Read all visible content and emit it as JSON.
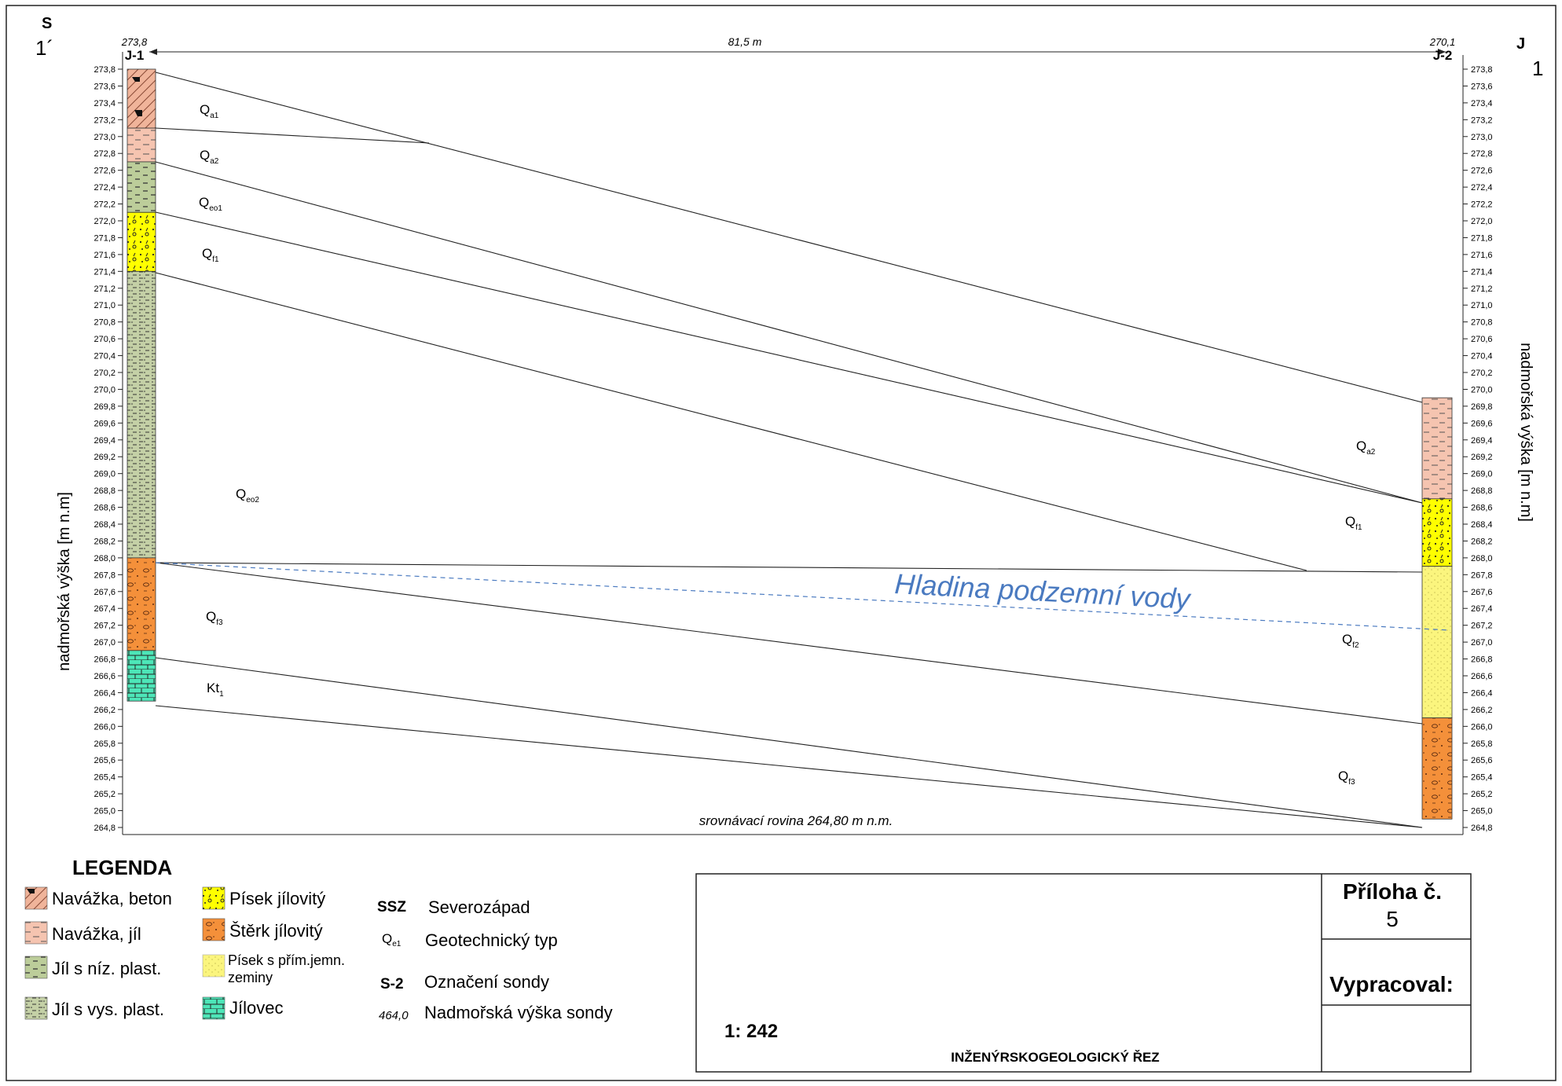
{
  "header": {
    "left_dir": "S",
    "left_mark": "1´",
    "right_dir": "J",
    "right_mark": "1",
    "distance": "81,5 m"
  },
  "boreholes": [
    {
      "id": "J-1",
      "elev_label": "273,8",
      "top": 273.8,
      "layers": [
        {
          "key": "navazka_beton",
          "from": 273.8,
          "to": 273.1
        },
        {
          "key": "navazka_jil",
          "from": 273.1,
          "to": 272.7
        },
        {
          "key": "jil_niz",
          "from": 272.7,
          "to": 272.1
        },
        {
          "key": "pisek_jil",
          "from": 272.1,
          "to": 271.4
        },
        {
          "key": "jil_vys",
          "from": 271.4,
          "to": 268.0
        },
        {
          "key": "sterk_jil",
          "from": 268.0,
          "to": 266.9
        },
        {
          "key": "jilovec",
          "from": 266.9,
          "to": 266.3
        }
      ]
    },
    {
      "id": "J-2",
      "elev_label": "270,1",
      "top": 269.9,
      "layers": [
        {
          "key": "navazka_jil",
          "from": 269.9,
          "to": 268.7
        },
        {
          "key": "pisek_jil",
          "from": 268.7,
          "to": 267.9
        },
        {
          "key": "pisek_prim",
          "from": 267.9,
          "to": 266.1
        },
        {
          "key": "sterk_jil",
          "from": 266.1,
          "to": 264.9
        }
      ]
    }
  ],
  "axis": {
    "title": "nadmořská výška [m n.m]",
    "min": 264.8,
    "max": 273.8,
    "step": 0.2
  },
  "zones": [
    {
      "base": "Q",
      "sub": "a1"
    },
    {
      "base": "Q",
      "sub": "a2"
    },
    {
      "base": "Q",
      "sub": "eo1"
    },
    {
      "base": "Q",
      "sub": "f1"
    },
    {
      "base": "Q",
      "sub": "eo2"
    },
    {
      "base": "Q",
      "sub": "f3"
    },
    {
      "base": "Kt",
      "sub": "1"
    },
    {
      "base": "Q",
      "sub": "a2"
    },
    {
      "base": "Q",
      "sub": "f1"
    },
    {
      "base": "Q",
      "sub": "f2"
    },
    {
      "base": "Q",
      "sub": "f3"
    }
  ],
  "groundwater": {
    "label": "Hladina podzemní vody",
    "left": 268.0,
    "right": 267.2
  },
  "datum": "srovnávací rovina 264,80 m n.m.",
  "legend": {
    "title": "LEGENDA",
    "items": [
      {
        "key": "navazka_beton",
        "label": "Navážka, beton"
      },
      {
        "key": "navazka_jil",
        "label": "Navážka, jíl"
      },
      {
        "key": "jil_niz",
        "label": "Jíl s níz. plast."
      },
      {
        "key": "jil_vys",
        "label": "Jíl s vys. plast."
      },
      {
        "key": "pisek_jil",
        "label": "Písek jílovitý"
      },
      {
        "key": "sterk_jil",
        "label": "Štěrk jílovitý"
      },
      {
        "key": "pisek_prim",
        "label": "Písek s přím.jemn.",
        "label2": "zeminy"
      },
      {
        "key": "jilovec",
        "label": "Jílovec"
      }
    ],
    "abbr": [
      {
        "sym": "SSZ",
        "text": "Severozápad"
      },
      {
        "sym": "Q",
        "sym_sub": "e1",
        "text": "Geotechnický typ"
      },
      {
        "sym": "S-2",
        "text": "Označení sondy"
      },
      {
        "sym": "464,0",
        "text": "Nadmořská výška sondy"
      }
    ]
  },
  "title_block": {
    "scale": "1: 242",
    "title": "INŽENÝRSKOGEOLOGICKÝ ŘEZ",
    "annex_label": "Příloha č.",
    "annex_no": "5",
    "author_label": "Vypracoval:"
  },
  "colors": {
    "navazka_beton": "#f0b49a",
    "navazka_jil": "#f5c4b0",
    "jil_niz": "#bccd9a",
    "jil_vys": "#c4d0a6",
    "pisek_jil": "#ffff00",
    "sterk_jil": "#f4903a",
    "pisek_prim": "#fbf57e",
    "jilovec": "#4de6b8",
    "water": "#4a7ac0"
  }
}
